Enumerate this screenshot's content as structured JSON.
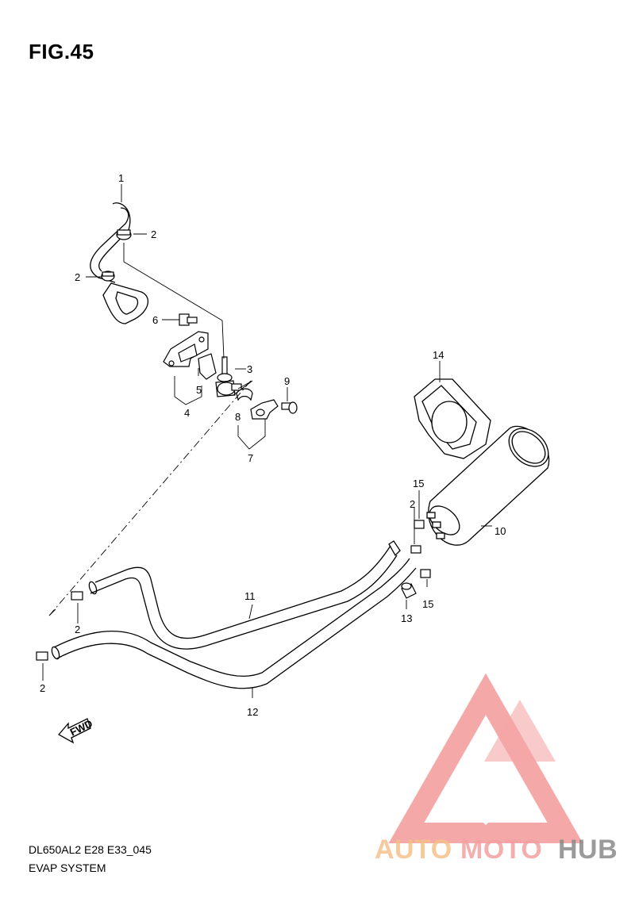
{
  "figure": {
    "title": "FIG.45",
    "model_code": "DL650AL2 E28 E33_045",
    "section_name": "EVAP SYSTEM"
  },
  "callouts": {
    "c1": "1",
    "c2a": "2",
    "c2b": "2",
    "c2c": "2",
    "c2d": "2",
    "c2e": "2",
    "c3": "3",
    "c4": "4",
    "c5": "5",
    "c6": "6",
    "c7": "7",
    "c8": "8",
    "c9": "9",
    "c10": "10",
    "c11": "11",
    "c12": "12",
    "c13": "13",
    "c14": "14",
    "c15a": "15",
    "c15b": "15"
  },
  "fwd_label": "FWD",
  "watermark": {
    "text_a": "AUTO",
    "text_b": "MOTO",
    "text_c": "HUB",
    "color_a": "#f6c08a",
    "color_b": "#f4a0a0",
    "color_c": "#8a8a8a",
    "logo_color": "#f28b8b"
  }
}
